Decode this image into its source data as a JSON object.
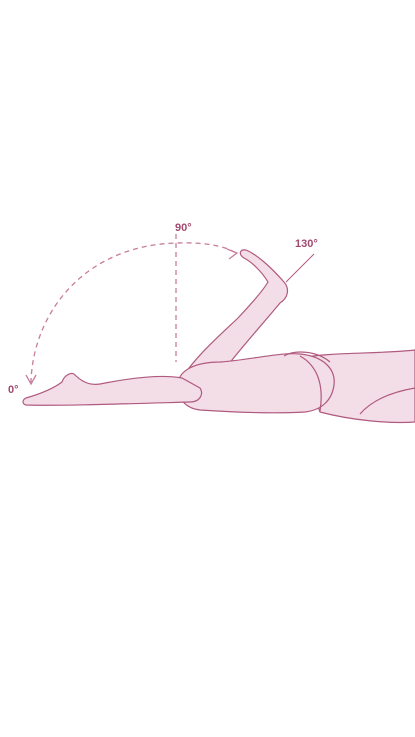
{
  "colors": {
    "background": "#ffffff",
    "outline": "#b05a7f",
    "fill": "#f3dde6",
    "label": "#a04a70",
    "dashed": "#c77d9c"
  },
  "angles": {
    "start": {
      "label": "0°",
      "value": 0
    },
    "vertical": {
      "label": "90°",
      "value": 90
    },
    "end": {
      "label": "130°",
      "value": 130
    }
  }
}
